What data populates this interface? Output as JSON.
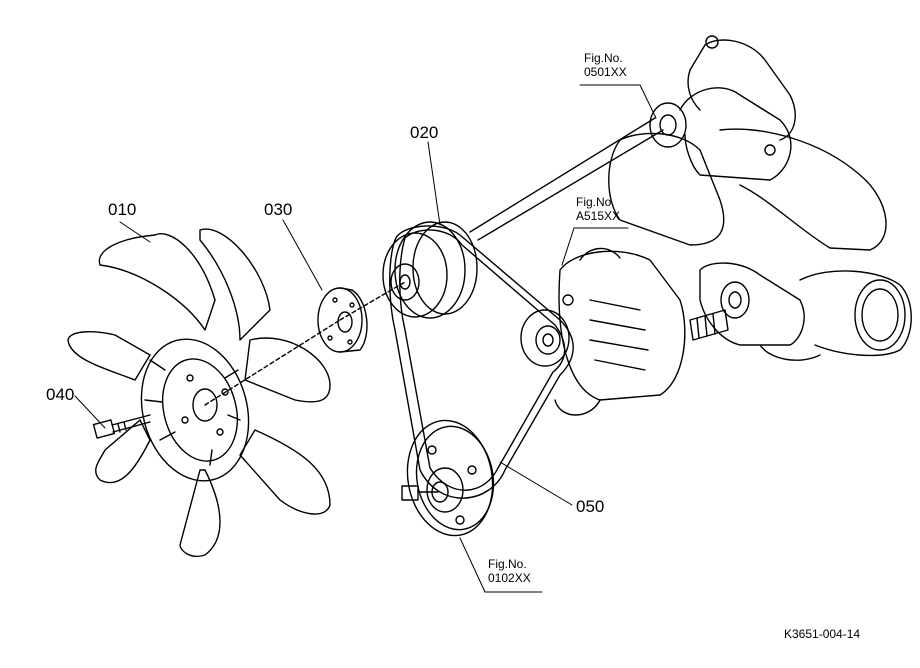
{
  "parts": {
    "p010": "010",
    "p020": "020",
    "p030": "030",
    "p040": "040",
    "p050": "050"
  },
  "fig_refs": {
    "water_pump": {
      "label": "Fig.No.",
      "number": "0501XX"
    },
    "alternator": {
      "label": "Fig.No.",
      "number": "A515XX"
    },
    "crank_pulley": {
      "label": "Fig.No.",
      "number": "0102XX"
    }
  },
  "drawing_code": "K3651-004-14"
}
